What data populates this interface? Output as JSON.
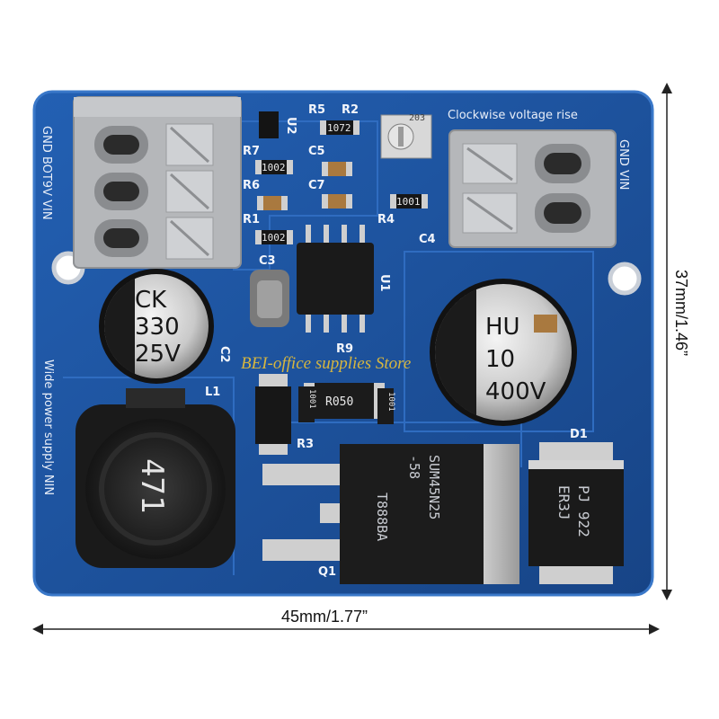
{
  "watermark": "BEI-office supplies Store",
  "dimensions": {
    "width_label": "45mm/1.77”",
    "height_label": "37mm/1.46”"
  },
  "silkscreen": {
    "top_text": "Clockwise voltage rise",
    "left_side": "GND BOT9V VIN",
    "right_side": "GND VIN",
    "bottom_left": "Wide power supply NIN"
  },
  "refs": {
    "r5": "R5",
    "r2": "R2",
    "r7": "R7",
    "r6": "R6",
    "r1": "R1",
    "r4": "R4",
    "c5": "C5",
    "c7": "C7",
    "c3": "C3",
    "c4": "C4",
    "c2": "C2",
    "u1": "U1",
    "u2": "U2",
    "r9": "R9",
    "r3": "R3",
    "l1": "L1",
    "q1": "Q1",
    "d1": "D1"
  },
  "resistors": {
    "r5": "1072",
    "r7": "1002",
    "r1": "1002",
    "r4": "1001",
    "r9": "R050",
    "r3a": "1001",
    "r3b": "1001"
  },
  "pot": {
    "code": "203"
  },
  "capacitor_small": {
    "line1": "CK",
    "line2": "330",
    "line3": "25V"
  },
  "capacitor_large": {
    "line1": "HU",
    "line2": "10",
    "line3": "400V"
  },
  "inductor": {
    "code": "471"
  },
  "mosfet": {
    "line1": "SUM45N25",
    "line2": "-58",
    "line3": "T888BA"
  },
  "diode": {
    "line1": "PJ 922",
    "line2": "ER3J"
  },
  "colors": {
    "pcb": "#1d4f9c",
    "pcb_edge": "#2a66b8",
    "terminal": "#b9bbbe",
    "component_black": "#1b1b1b"
  }
}
